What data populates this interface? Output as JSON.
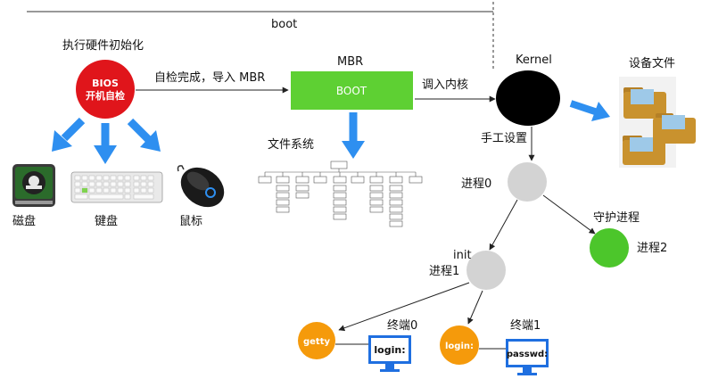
{
  "labels": {
    "boot": "boot",
    "bios_step": "执行硬件初始化",
    "bios_node": "BIOS\n开机自检",
    "bios_to_mbr": "自检完成，导入 MBR",
    "mbr": "MBR",
    "boot_box": "BOOT",
    "load_kernel": "调入内核",
    "kernel": "Kernel",
    "device_files": "设备文件",
    "filesystem": "文件系统",
    "manual_setup": "手工设置",
    "process0": "进程0",
    "daemon": "守护进程",
    "process2": "进程2",
    "init": "init",
    "process1": "进程1",
    "terminal0": "终端0",
    "terminal1": "终端1",
    "getty": "getty",
    "login_node": "login:",
    "monitor_login": "login:",
    "monitor_passwd": "passwd:",
    "disk": "磁盘",
    "keyboard": "键盘",
    "mouse": "鼠标"
  },
  "colors": {
    "bios": "#e0151b",
    "boot": "#5ed033",
    "kernel": "#000000",
    "process": "#d3d3d3",
    "daemon": "#4cc62b",
    "terminal": "#f59a0b",
    "arrow": "#2e8ff0",
    "monitor": "#1f6fe0",
    "folder": "#c9922e"
  },
  "icons": [
    "disk-icon",
    "keyboard-icon",
    "mouse-icon",
    "folder-icon",
    "monitor-icon",
    "filesystem-tree-icon"
  ]
}
